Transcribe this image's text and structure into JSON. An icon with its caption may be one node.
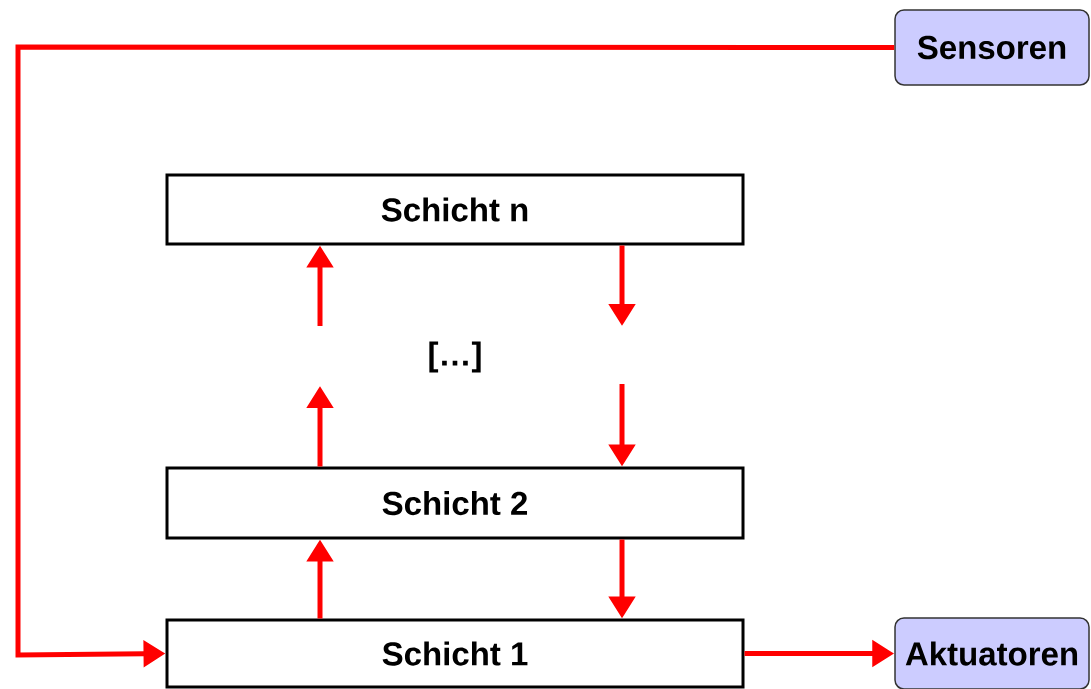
{
  "diagram": {
    "nodes": [
      {
        "text": [
          "Sensoren"
        ]
      },
      {
        "text": [
          "Schicht n"
        ]
      },
      {
        "text": [
          "Schicht 2"
        ]
      },
      {
        "text": [
          "Schicht 1"
        ]
      },
      {
        "text": [
          "Aktuatoren"
        ]
      }
    ],
    "edges": [
      {
        "from": 0,
        "to": 3,
        "arrow": "to"
      },
      {
        "from": 3,
        "to": 2,
        "arrow": "to"
      },
      {
        "from": 2,
        "to": null,
        "arrow": "to"
      },
      {
        "from": null,
        "to": 1,
        "arrow": "to"
      },
      {
        "from": 1,
        "to": null,
        "arrow": "to"
      },
      {
        "from": null,
        "to": 2,
        "arrow": "to"
      },
      {
        "from": 2,
        "to": 3,
        "arrow": "to"
      },
      {
        "from": 3,
        "to": 4,
        "arrow": "to"
      }
    ],
    "labels": [
      "[…]"
    ]
  }
}
